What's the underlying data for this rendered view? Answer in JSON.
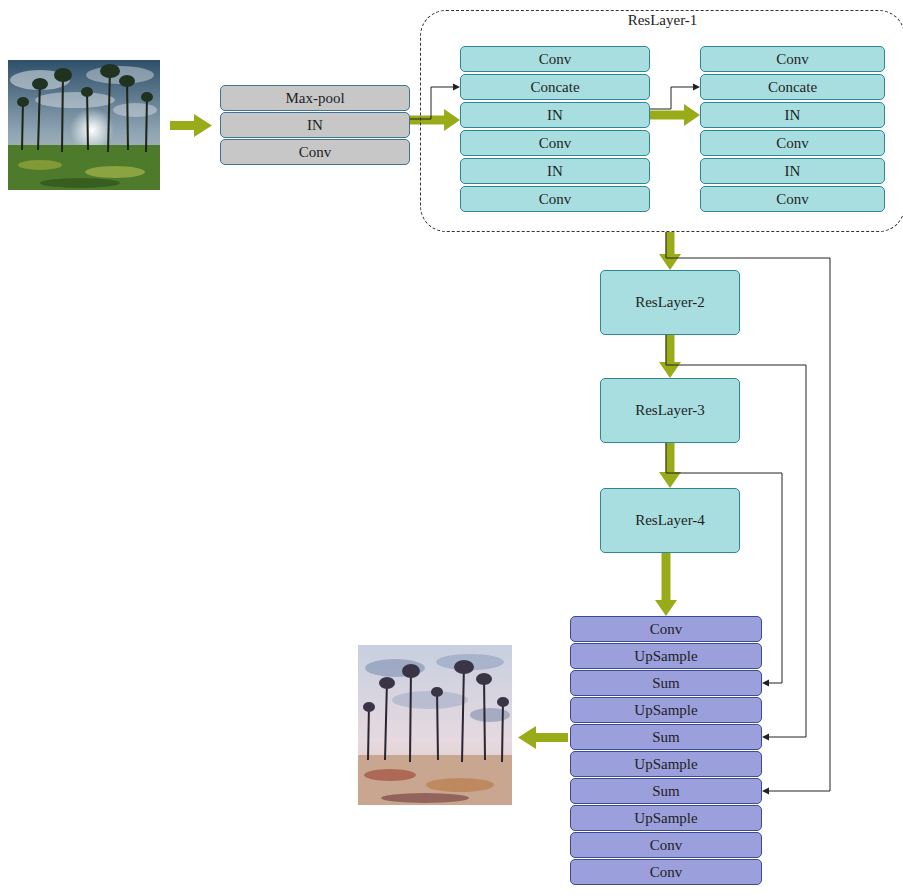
{
  "diagram": {
    "nodes": [
      {
        "text": [
          "Max-pool"
        ]
      },
      {
        "text": [
          "IN"
        ]
      },
      {
        "text": [
          "Conv"
        ]
      },
      {
        "text": [
          "ResLayer-1"
        ]
      },
      {
        "text": [
          "Conv"
        ],
        "in": 3
      },
      {
        "text": [
          "Concate"
        ],
        "in": 3
      },
      {
        "text": [
          "IN"
        ],
        "in": 3
      },
      {
        "text": [
          "Conv"
        ],
        "in": 3
      },
      {
        "text": [
          "IN"
        ],
        "in": 3
      },
      {
        "text": [
          "Conv"
        ],
        "in": 3
      },
      {
        "text": [
          "Conv"
        ],
        "in": 3
      },
      {
        "text": [
          "Concate"
        ],
        "in": 3
      },
      {
        "text": [
          "IN"
        ],
        "in": 3
      },
      {
        "text": [
          "Conv"
        ],
        "in": 3
      },
      {
        "text": [
          "IN"
        ],
        "in": 3
      },
      {
        "text": [
          "Conv"
        ],
        "in": 3
      },
      {
        "text": [
          "ResLayer-2"
        ]
      },
      {
        "text": [
          "ResLayer-3"
        ]
      },
      {
        "text": [
          "ResLayer-4"
        ]
      },
      {
        "text": [
          "Conv"
        ]
      },
      {
        "text": [
          "UpSample"
        ]
      },
      {
        "text": [
          "Sum"
        ]
      },
      {
        "text": [
          "UpSample"
        ]
      },
      {
        "text": [
          "Sum"
        ]
      },
      {
        "text": [
          "UpSample"
        ]
      },
      {
        "text": [
          "Sum"
        ]
      },
      {
        "text": [
          "UpSample"
        ]
      },
      {
        "text": [
          "Conv"
        ]
      },
      {
        "text": [
          "Conv"
        ]
      }
    ],
    "edges": [
      {
        "from": 1,
        "to": 6,
        "arrow": "to"
      },
      {
        "from": 1,
        "to": 5,
        "arrow": "to"
      },
      {
        "from": 6,
        "to": 12,
        "arrow": "to"
      },
      {
        "from": 6,
        "to": 11,
        "arrow": "to"
      },
      {
        "from": 3,
        "to": 16,
        "arrow": "to"
      },
      {
        "from": 3,
        "to": 25,
        "arrow": "to"
      },
      {
        "from": 16,
        "to": 17,
        "arrow": "to"
      },
      {
        "from": 16,
        "to": 23,
        "arrow": "to"
      },
      {
        "from": 17,
        "to": 18,
        "arrow": "to"
      },
      {
        "from": 17,
        "to": 21,
        "arrow": "to"
      },
      {
        "from": 18,
        "to": 19,
        "arrow": "to"
      }
    ]
  }
}
